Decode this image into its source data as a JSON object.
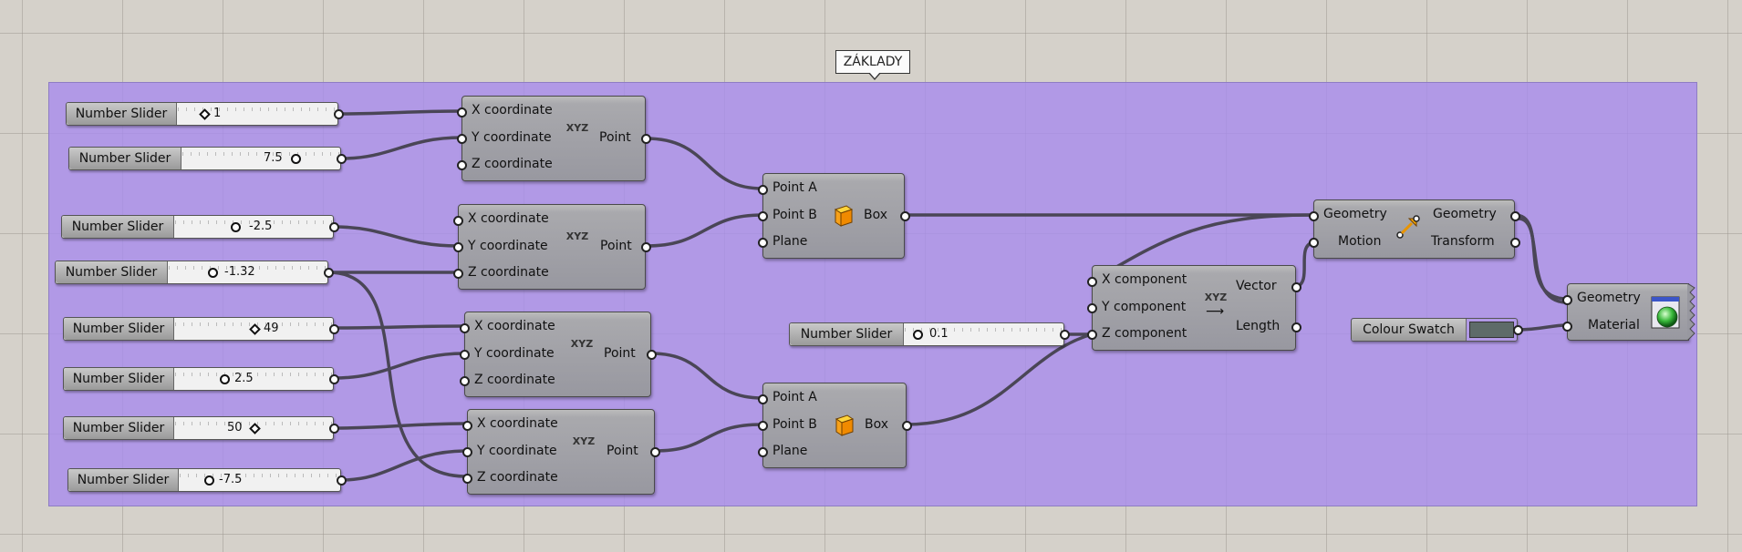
{
  "group": {
    "title": "ZÁKLADY",
    "color": "#a98cec"
  },
  "sliders": [
    {
      "id": "s1",
      "label": "Number Slider",
      "value": "1"
    },
    {
      "id": "s2",
      "label": "Number Slider",
      "value": "7.5"
    },
    {
      "id": "s3",
      "label": "Number Slider",
      "value": "-2.5"
    },
    {
      "id": "s4",
      "label": "Number Slider",
      "value": "-1.32"
    },
    {
      "id": "s5",
      "label": "Number Slider",
      "value": "49"
    },
    {
      "id": "s6",
      "label": "Number Slider",
      "value": "2.5"
    },
    {
      "id": "s7",
      "label": "Number Slider",
      "value": "50"
    },
    {
      "id": "s8",
      "label": "Number Slider",
      "value": "-7.5"
    },
    {
      "id": "s9",
      "label": "Number Slider",
      "value": "0.1"
    }
  ],
  "points": [
    {
      "x": "X coordinate",
      "y": "Y coordinate",
      "z": "Z coordinate",
      "out": "Point",
      "icon": "XYZ"
    },
    {
      "x": "X coordinate",
      "y": "Y coordinate",
      "z": "Z coordinate",
      "out": "Point",
      "icon": "XYZ"
    },
    {
      "x": "X coordinate",
      "y": "Y coordinate",
      "z": "Z coordinate",
      "out": "Point",
      "icon": "XYZ"
    },
    {
      "x": "X coordinate",
      "y": "Y coordinate",
      "z": "Z coordinate",
      "out": "Point",
      "icon": "XYZ"
    }
  ],
  "boxes": [
    {
      "a": "Point A",
      "b": "Point B",
      "c": "Plane",
      "out": "Box"
    },
    {
      "a": "Point A",
      "b": "Point B",
      "c": "Plane",
      "out": "Box"
    }
  ],
  "vector": {
    "x": "X component",
    "y": "Y component",
    "z": "Z component",
    "out1": "Vector",
    "out2": "Length",
    "icon": "XYZ"
  },
  "move": {
    "in1": "Geometry",
    "in2": "Motion",
    "out1": "Geometry",
    "out2": "Transform"
  },
  "preview": {
    "in1": "Geometry",
    "in2": "Material"
  },
  "swatch": {
    "label": "Colour Swatch",
    "color": "#5e6b69"
  }
}
